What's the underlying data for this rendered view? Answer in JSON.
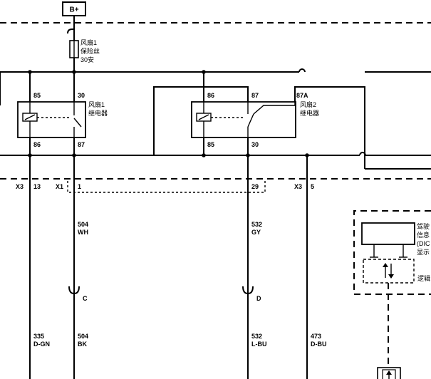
{
  "power_label": "B+",
  "fuse": {
    "lines": [
      "风扇1",
      "保险丝",
      "30安"
    ]
  },
  "relay1": {
    "label_lines": [
      "风扇1",
      "继电器"
    ],
    "pins": {
      "top_left": "85",
      "top_right": "30",
      "bottom_left": "86",
      "bottom_right": "87"
    }
  },
  "relay2": {
    "label_lines": [
      "风扇2",
      "继电器"
    ],
    "pins": {
      "top_left": "86",
      "top_mid": "87",
      "top_right": "87A",
      "bottom_left": "85",
      "bottom_mid": "30"
    }
  },
  "connectors": {
    "x3_a": "X3",
    "x3_a_pin": "13",
    "x1": "X1",
    "x1_pin": "1",
    "x1_pin2": "29",
    "x3_b": "X3",
    "x3_b_pin": "5"
  },
  "wires": {
    "w504_num": "504",
    "w504_color": "WH",
    "w532_num": "532",
    "w532_color": "GY",
    "w335_num": "335",
    "w335_color": "D-GN",
    "w504b_num": "504",
    "w504b_color": "BK",
    "w532b_num": "532",
    "w532b_color": "L-BU",
    "w473_num": "473",
    "w473_color": "D-BU"
  },
  "splices": {
    "c": "C",
    "d": "D"
  },
  "dic": {
    "label_lines": [
      "驾驶",
      "信息",
      "(DIC",
      "显示"
    ],
    "logic_label": "逻辑"
  }
}
